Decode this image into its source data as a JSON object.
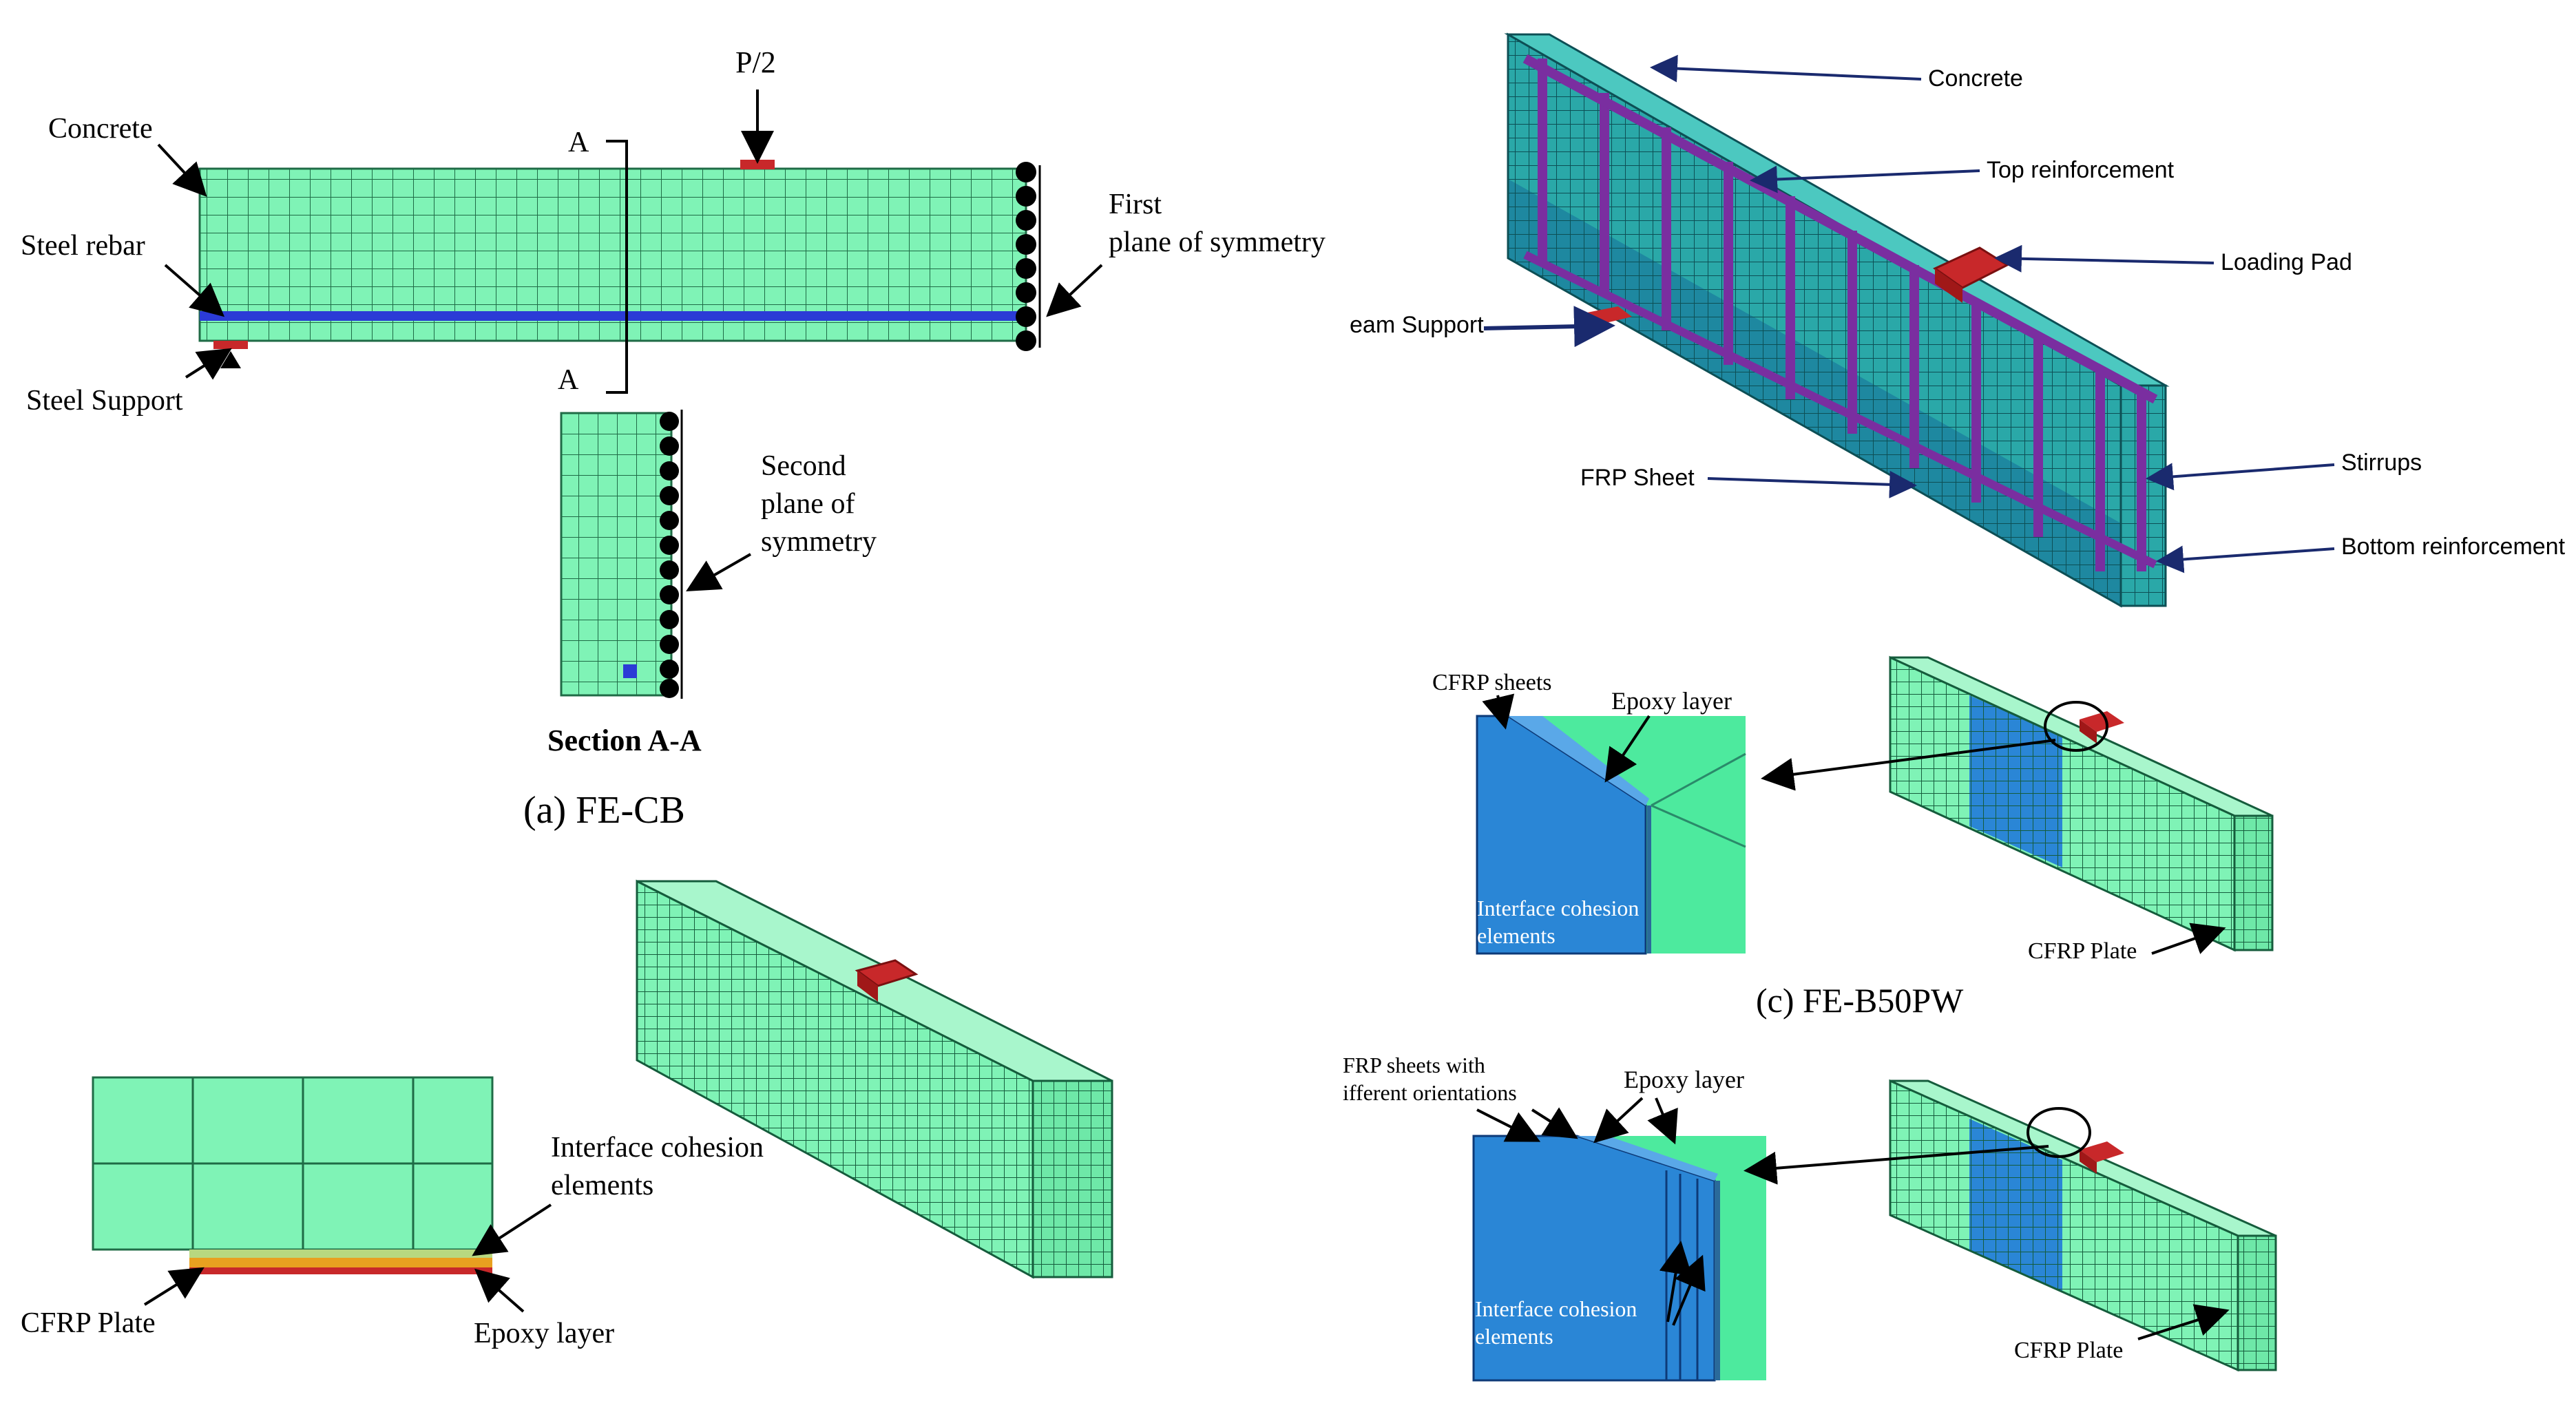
{
  "panel_a": {
    "caption": "(a)  FE-CB",
    "load_label": "P/2",
    "concrete": "Concrete",
    "steel_rebar": "Steel rebar",
    "steel_support": "Steel Support",
    "first_plane": [
      "First",
      "plane of  symmetry"
    ],
    "section_mark": "A",
    "second_plane": [
      "Second",
      "plane of",
      "symmetry"
    ],
    "section_caption": "Section A-A"
  },
  "panel_b": {
    "interface": [
      "Interface cohesion",
      "elements"
    ],
    "cfrp_plate": "CFRP Plate",
    "epoxy": "Epoxy layer"
  },
  "panel_right_top": {
    "concrete": "Concrete",
    "top_reinf": "Top reinforcement",
    "loading_pad": "Loading Pad",
    "support": "eam Support",
    "frp_sheet": "FRP Sheet",
    "stirrups": "Stirrups",
    "bottom_reinf": "Bottom reinforcement"
  },
  "panel_c": {
    "cfrp_sheets": "CFRP sheets",
    "epoxy": "Epoxy layer",
    "interface": [
      "Interface cohesion",
      "elements"
    ],
    "cfrp_plate": "CFRP Plate",
    "caption": "(c)  FE-B50PW"
  },
  "panel_d": {
    "frp_sheets": [
      "FRP sheets with",
      "ifferent orientations"
    ],
    "epoxy": "Epoxy layer",
    "interface": [
      "Interface cohesion",
      "elements"
    ],
    "cfrp_plate": "CFRP Plate"
  },
  "colors": {
    "mesh_green": "#7ff3b6",
    "mesh_teal": "#2aa8a8",
    "frp_blue": "#2a86d6",
    "rebar_blue": "#2b3bd6",
    "rebar_purple": "#7a2ea0",
    "pad_red": "#c8282a",
    "epoxy_orange": "#e8a020"
  }
}
